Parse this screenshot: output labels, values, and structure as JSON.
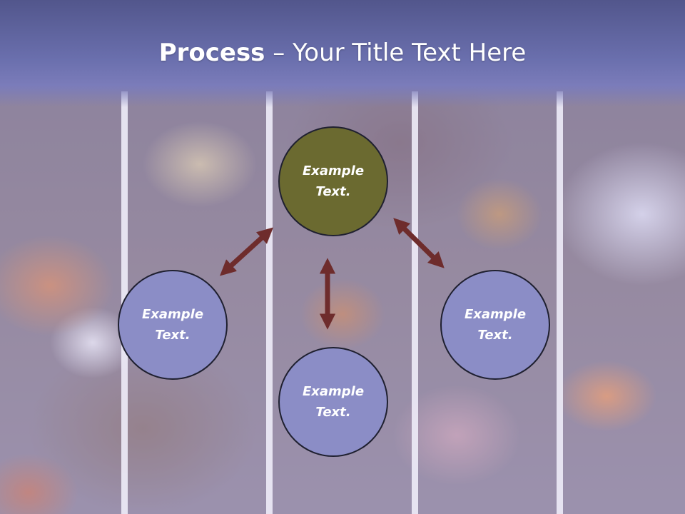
{
  "slide": {
    "title_bold": "Process",
    "title_rest": " – Your Title Text Here"
  },
  "nodes": {
    "center": "Example Text.",
    "left": "Example Text.",
    "bottom": "Example Text.",
    "right": "Example Text."
  },
  "colors": {
    "header": "#6a6fad",
    "center_node": "#6b6a30",
    "outer_node": "#8b8dc6",
    "arrow": "#6e2c2c"
  },
  "arrows": [
    {
      "from": "center",
      "to": "left",
      "style": "double-headed"
    },
    {
      "from": "center",
      "to": "bottom",
      "style": "double-headed"
    },
    {
      "from": "center",
      "to": "right",
      "style": "double-headed"
    }
  ]
}
